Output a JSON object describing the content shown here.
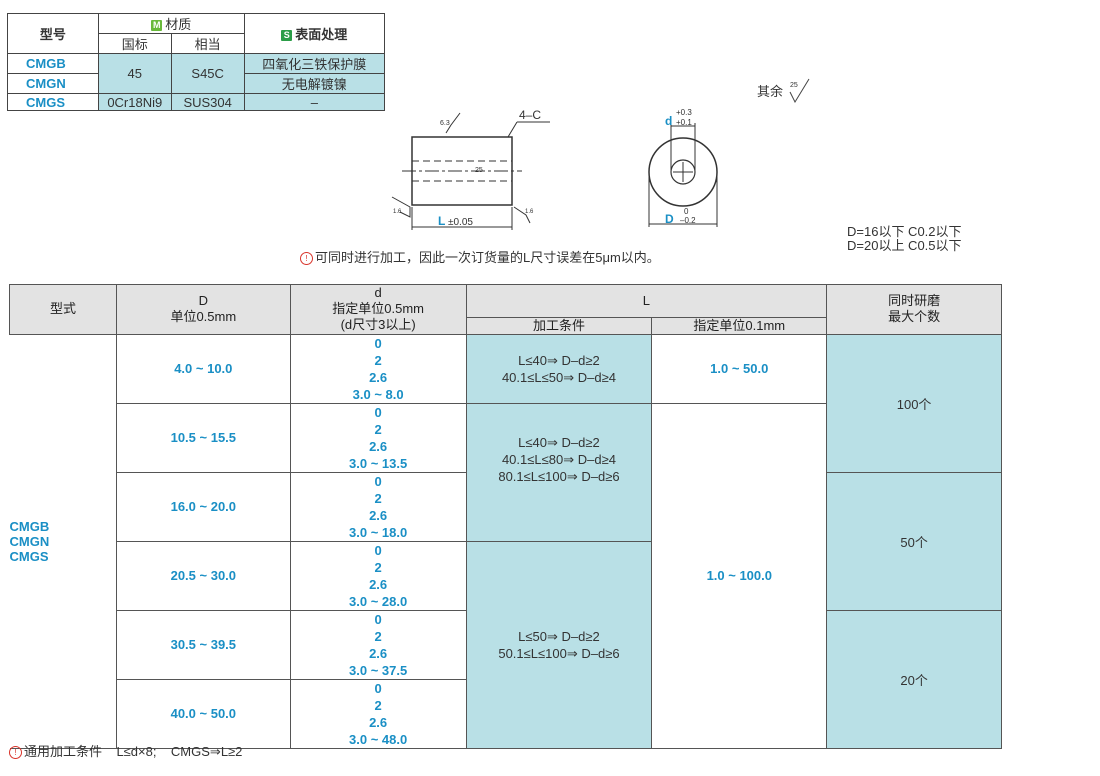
{
  "material_table": {
    "h_model": "型号",
    "h_material": "材质",
    "m_tag": "M",
    "h_national": "国标",
    "h_equiv": "相当",
    "h_surface": "表面处理",
    "s_tag": "S",
    "rows": [
      {
        "model": "CMGB",
        "national": "45",
        "equiv": "S45C",
        "surface": "四氧化三铁保护膜"
      },
      {
        "model": "CMGN",
        "surface": "无电解镀镍"
      },
      {
        "model": "CMGS",
        "national": "0Cr18Ni9",
        "equiv": "SUS304",
        "surface": "–"
      }
    ]
  },
  "drawing": {
    "other_rough": "其余",
    "rough_main": "25",
    "rough_top": "6.3",
    "chamfer": "4–C",
    "rough_inner": "25",
    "rough_left": "1.6",
    "rough_right": "1.6",
    "L_label": "L",
    "L_tol": "±0.05",
    "d_label": "d",
    "d_tol_up": "+0.3",
    "d_tol_low": "+0.1",
    "D_label": "D",
    "D_tol_up": "0",
    "D_tol_low": "–0.2",
    "chamfer_note1": "D=16以下  C0.2以下",
    "chamfer_note2": "D=20以上  C0.5以下",
    "note_mark": "!",
    "note": "可同时进行加工，因此一次订货量的L尺寸误差在5μm以内。"
  },
  "main_table": {
    "h_type": "型式",
    "h_D": "D",
    "h_D_unit": "单位0.5mm",
    "h_d": "d",
    "h_d_unit": "指定单位0.5mm",
    "h_d_note": "(d尺寸3以上)",
    "h_L": "L",
    "h_cond": "加工条件",
    "h_L_unit": "指定单位0.1mm",
    "h_max1": "同时研磨",
    "h_max2": "最大个数",
    "types": [
      "CMGB",
      "CMGN",
      "CMGS"
    ],
    "rows": [
      {
        "D": "4.0 ~ 10.0",
        "d": [
          "0",
          "2",
          "2.6",
          "3.0 ~ 8.0"
        ]
      },
      {
        "D": "10.5 ~ 15.5",
        "d": [
          "0",
          "2",
          "2.6",
          "3.0 ~ 13.5"
        ]
      },
      {
        "D": "16.0 ~ 20.0",
        "d": [
          "0",
          "2",
          "2.6",
          "3.0 ~ 18.0"
        ]
      },
      {
        "D": "20.5 ~ 30.0",
        "d": [
          "0",
          "2",
          "2.6",
          "3.0 ~ 28.0"
        ]
      },
      {
        "D": "30.5 ~ 39.5",
        "d": [
          "0",
          "2",
          "2.6",
          "3.0 ~ 37.5"
        ]
      },
      {
        "D": "40.0 ~ 50.0",
        "d": [
          "0",
          "2",
          "2.6",
          "3.0 ~ 48.0"
        ]
      }
    ],
    "cond_groups": [
      [
        "L≤40⇒ D–d≥2",
        "40.1≤L≤50⇒ D–d≥4"
      ],
      [
        "L≤40⇒ D–d≥2",
        "40.1≤L≤80⇒ D–d≥4",
        "80.1≤L≤100⇒ D–d≥6"
      ],
      [
        "L≤50⇒ D–d≥2",
        "50.1≤L≤100⇒ D–d≥6"
      ]
    ],
    "L_ranges": [
      "1.0 ~ 50.0",
      "1.0 ~ 100.0"
    ],
    "max_counts": [
      "100个",
      "50个",
      "20个"
    ]
  },
  "footer": {
    "mark": "!",
    "text": "通用加工条件    L≤d×8;    CMGS⇒L≥2"
  }
}
